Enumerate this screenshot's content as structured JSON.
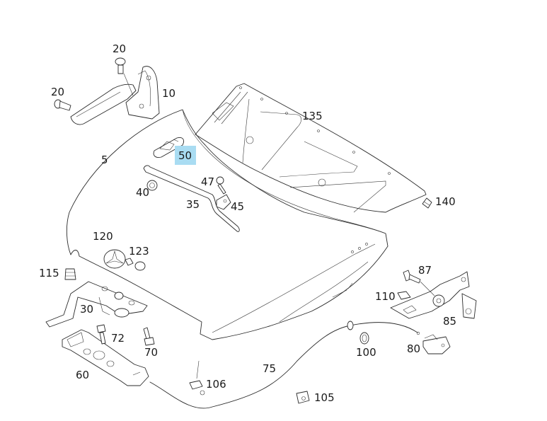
{
  "diagram": {
    "type": "exploded-parts-diagram",
    "subject": "Engine hood (bonnet) assembly",
    "highlight_color": "#a9dcf2",
    "highlighted_part": "50",
    "parts": [
      {
        "id": "p20a",
        "label": "20",
        "name": "bolt"
      },
      {
        "id": "p20b",
        "label": "20",
        "name": "bolt"
      },
      {
        "id": "p10",
        "label": "10",
        "name": "hood hinge"
      },
      {
        "id": "p5",
        "label": "5",
        "name": "hood"
      },
      {
        "id": "p50",
        "label": "50",
        "name": "hood latch catch"
      },
      {
        "id": "p40",
        "label": "40",
        "name": "rubber buffer"
      },
      {
        "id": "p35",
        "label": "35",
        "name": "hood prop rod"
      },
      {
        "id": "p47",
        "label": "47",
        "name": "screw"
      },
      {
        "id": "p45",
        "label": "45",
        "name": "holder clip"
      },
      {
        "id": "p135",
        "label": "135",
        "name": "hood insulation"
      },
      {
        "id": "p140",
        "label": "140",
        "name": "clip"
      },
      {
        "id": "p120",
        "label": "120",
        "name": "star emblem"
      },
      {
        "id": "p123",
        "label": "123",
        "name": "emblem fastener"
      },
      {
        "id": "p115",
        "label": "115",
        "name": "stop buffer"
      },
      {
        "id": "p30",
        "label": "30",
        "name": "hood lock"
      },
      {
        "id": "p72",
        "label": "72",
        "name": "bolt"
      },
      {
        "id": "p70",
        "label": "70",
        "name": "bolt"
      },
      {
        "id": "p60",
        "label": "60",
        "name": "lock carrier"
      },
      {
        "id": "p106",
        "label": "106",
        "name": "cable clip"
      },
      {
        "id": "p75",
        "label": "75",
        "name": "release cable"
      },
      {
        "id": "p105",
        "label": "105",
        "name": "cable holder"
      },
      {
        "id": "p100",
        "label": "100",
        "name": "grommet"
      },
      {
        "id": "p87",
        "label": "87",
        "name": "bolt"
      },
      {
        "id": "p110",
        "label": "110",
        "name": "nut plate"
      },
      {
        "id": "p85",
        "label": "85",
        "name": "release lever bracket"
      },
      {
        "id": "p80",
        "label": "80",
        "name": "release handle"
      }
    ]
  }
}
